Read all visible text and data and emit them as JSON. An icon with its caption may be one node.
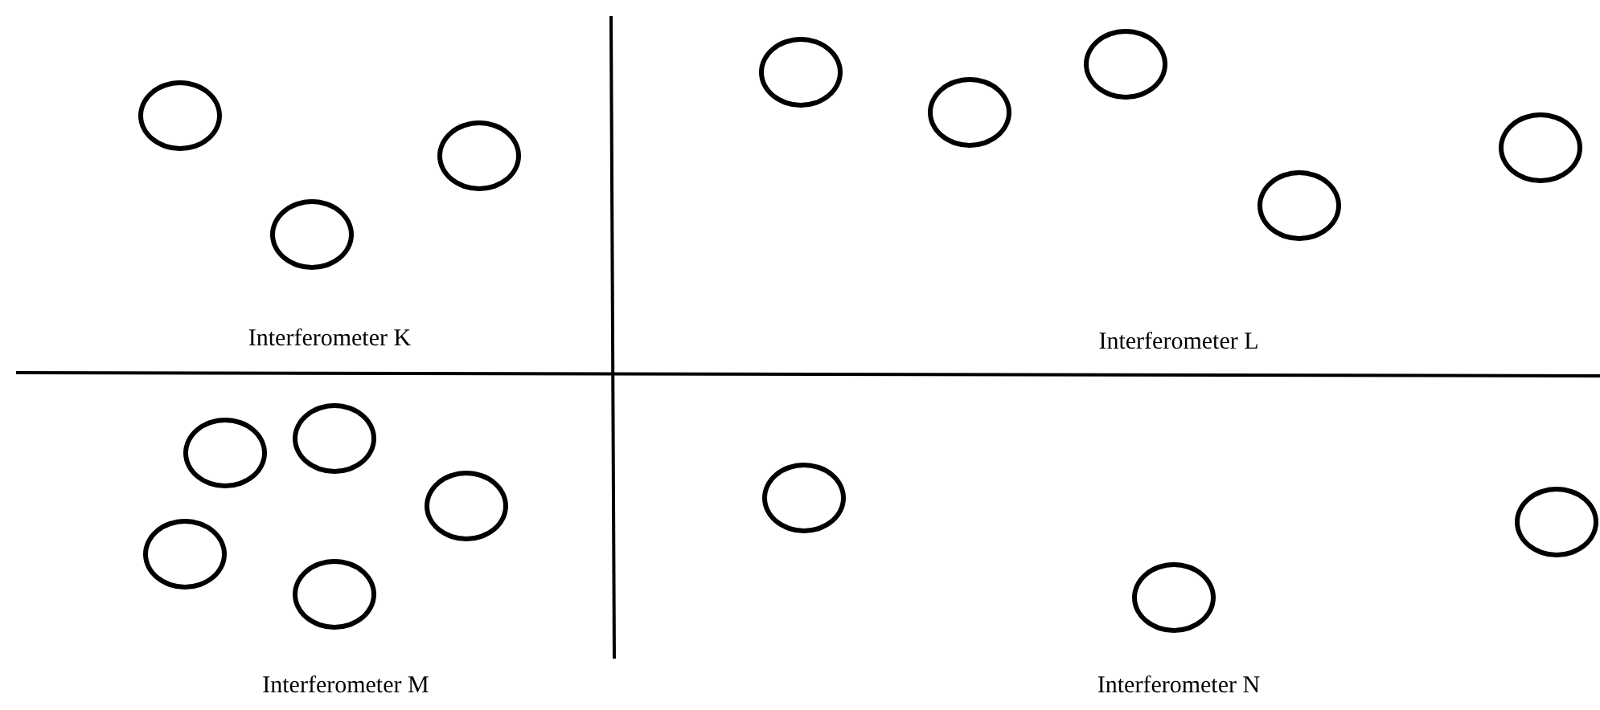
{
  "diagram": {
    "nodes": [
      {
        "text": [],
        "shape": "circle"
      },
      {
        "text": [],
        "shape": "circle"
      },
      {
        "text": [],
        "shape": "circle"
      },
      {
        "text": [],
        "shape": "circle"
      },
      {
        "text": [],
        "shape": "circle"
      },
      {
        "text": [],
        "shape": "circle"
      },
      {
        "text": [],
        "shape": "circle"
      },
      {
        "text": [],
        "shape": "circle"
      },
      {
        "text": [],
        "shape": "circle"
      },
      {
        "text": [],
        "shape": "circle"
      },
      {
        "text": [],
        "shape": "circle"
      },
      {
        "text": [],
        "shape": "circle"
      },
      {
        "text": [],
        "shape": "circle"
      },
      {
        "text": [],
        "shape": "circle"
      },
      {
        "text": [],
        "shape": "circle"
      },
      {
        "text": [],
        "shape": "circle"
      }
    ],
    "edges": [],
    "labels": [
      "Interferometer K",
      "Interferometer L",
      "Interferometer M",
      "Interferometer N"
    ]
  }
}
